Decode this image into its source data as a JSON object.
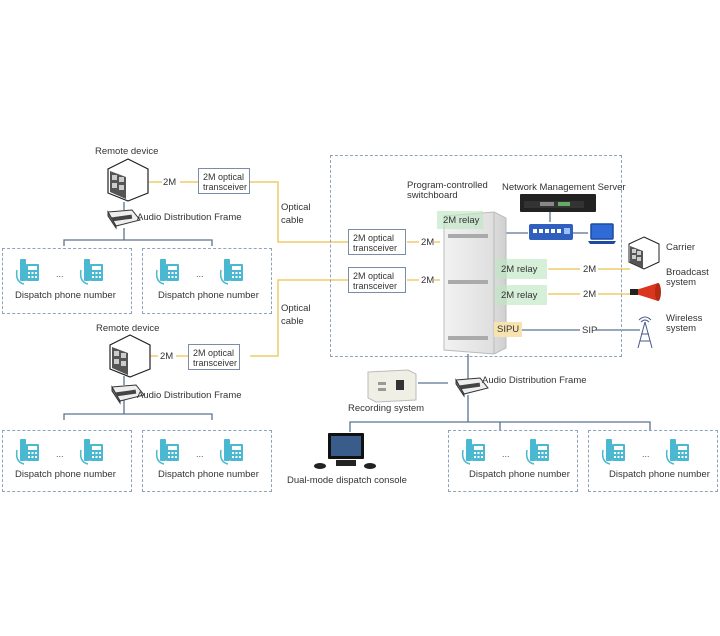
{
  "colors": {
    "optical_line": "#f2cc6a",
    "connector_line": "#5b7490",
    "phone_icon": "#4ab8d0",
    "relay_fill": "#bee6c3",
    "sipu_fill": "#f7e3b0",
    "dashed_border": "#8fa3bd"
  },
  "top_remote": {
    "device_label": "Remote device",
    "link_label": "2M",
    "transceiver_label": "2M optical transceiver",
    "adf_label": "Audio Distribution Frame",
    "groups": [
      {
        "label": "Dispatch phone number",
        "ellipsis": "..."
      },
      {
        "label": "Dispatch phone number",
        "ellipsis": "..."
      }
    ]
  },
  "bottom_remote": {
    "device_label": "Remote device",
    "link_label": "2M",
    "transceiver_label": "2M optical transceiver",
    "adf_label": "Audio Distribution Frame",
    "groups": [
      {
        "label": "Dispatch phone number",
        "ellipsis": "..."
      },
      {
        "label": "Dispatch phone number",
        "ellipsis": "..."
      }
    ]
  },
  "cables": {
    "top_label": "Optical cable",
    "bottom_label": "Optical cable"
  },
  "central": {
    "switchboard_label": "Program-controlled switchboard",
    "nms_label": "Network Management Server",
    "transceivers": [
      {
        "label": "2M optical transceiver",
        "link": "2M"
      },
      {
        "label": "2M optical transceiver",
        "link": "2M"
      }
    ],
    "relay_top": "2M relay",
    "relays": [
      {
        "label": "2M relay",
        "link": "2M"
      },
      {
        "label": "2M relay",
        "link": "2M"
      }
    ],
    "sipu": "SIPU",
    "sip_link": "SIP"
  },
  "external": {
    "carrier": "Carrier",
    "broadcast": "Broadcast system",
    "wireless": "Wireless system"
  },
  "bottom_center": {
    "recording_label": "Recording system",
    "adf_label": "Audio Distribution Frame",
    "console_label": "Dual-mode dispatch console",
    "groups": [
      {
        "label": "Dispatch phone number",
        "ellipsis": "..."
      },
      {
        "label": "Dispatch phone number",
        "ellipsis": "..."
      }
    ]
  }
}
